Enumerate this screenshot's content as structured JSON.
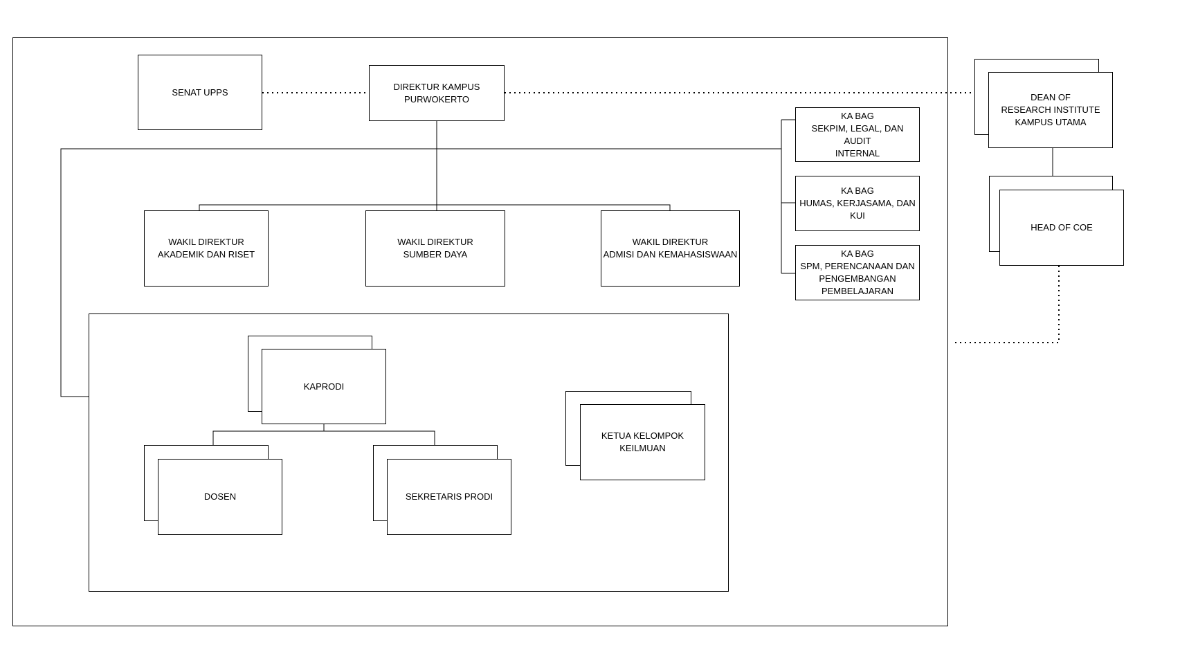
{
  "diagram": {
    "type": "org-chart",
    "colors": {
      "line": "#000000",
      "box_fill": "#ffffff",
      "text": "#000000",
      "background": "#ffffff"
    },
    "nodes": {
      "senat": {
        "label": "SENAT UPPS"
      },
      "direktur": {
        "label": "DIREKTUR KAMPUS\nPURWOKERTO"
      },
      "wakil_akademik": {
        "label": "WAKIL DIREKTUR\nAKADEMIK DAN RISET"
      },
      "wakil_sumber": {
        "label": "WAKIL DIREKTUR\nSUMBER DAYA"
      },
      "wakil_admisi": {
        "label": "WAKIL DIREKTUR\nADMISI DAN KEMAHASISWAAN"
      },
      "kabag_sekpim": {
        "label": "KA BAG\nSEKPIM, LEGAL, DAN AUDIT\nINTERNAL"
      },
      "kabag_humas": {
        "label": "KA BAG\nHUMAS, KERJASAMA, DAN\nKUI"
      },
      "kabag_spm": {
        "label": "KA BAG\nSPM, PERENCANAAN DAN\nPENGEMBANGAN\nPEMBELAJARAN"
      },
      "kaprodi": {
        "label": "KAPRODI"
      },
      "dosen": {
        "label": "DOSEN"
      },
      "sekretaris_prodi": {
        "label": "SEKRETARIS PRODI"
      },
      "ketua_kelompok": {
        "label": "KETUA KELOMPOK\nKEILMUAN"
      },
      "dean_research": {
        "label": "DEAN OF\nRESEARCH INSTITUTE\nKAMPUS UTAMA"
      },
      "head_coe": {
        "label": "HEAD OF COE"
      }
    }
  }
}
